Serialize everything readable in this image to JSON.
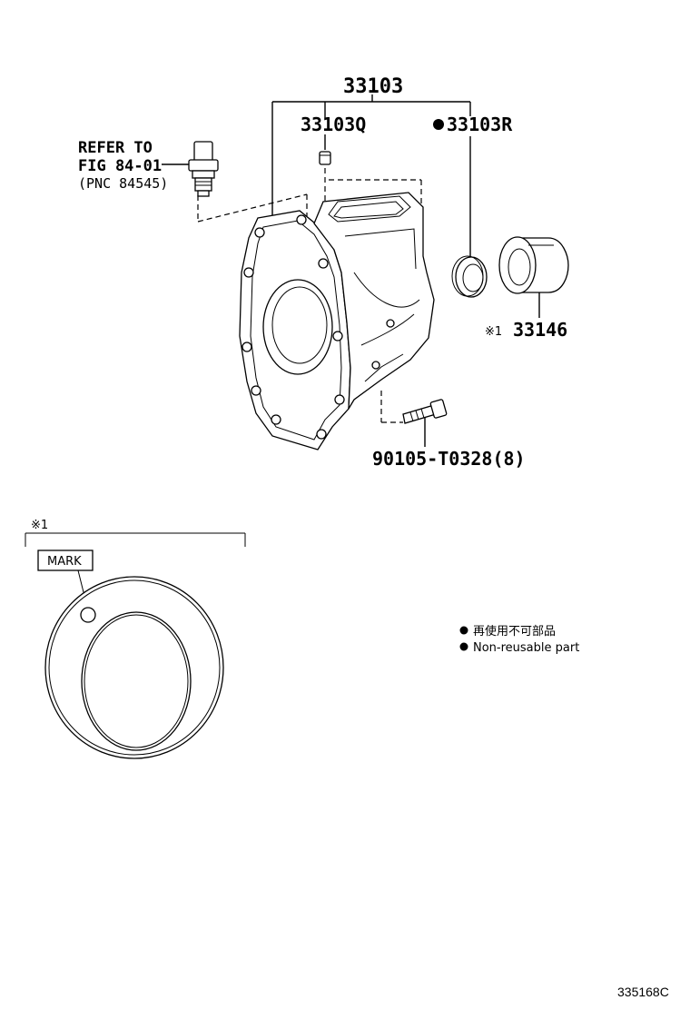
{
  "callouts": {
    "assembly": "33103",
    "sub_q": "33103Q",
    "sub_r": "33103R",
    "bearing": "33146",
    "bearing_note": "※1",
    "bolt": "90105-T0328(8)"
  },
  "refer": {
    "line1": "REFER TO",
    "line2": "FIG 84-01",
    "line3": "(PNC 84545)"
  },
  "detail": {
    "note": "※1",
    "mark_label": "MARK"
  },
  "legend": {
    "jp": "再使用不可部品",
    "en": "Non-reusable part"
  },
  "figure_code": "335168C"
}
